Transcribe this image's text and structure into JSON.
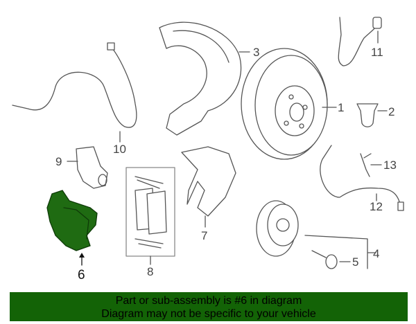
{
  "diagram": {
    "callouts": {
      "c1": "1",
      "c2": "2",
      "c3": "3",
      "c4": "4",
      "c5": "5",
      "c6": "6",
      "c7": "7",
      "c8": "8",
      "c9": "9",
      "c10": "10",
      "c11": "11",
      "c12": "12",
      "c13": "13"
    },
    "highlight_color": "#1f6b12"
  },
  "banner": {
    "line1": "Part or sub-assembly is #6 in diagram",
    "line2": "Diagram may not be specific to your vehicle",
    "color": "#136306"
  }
}
